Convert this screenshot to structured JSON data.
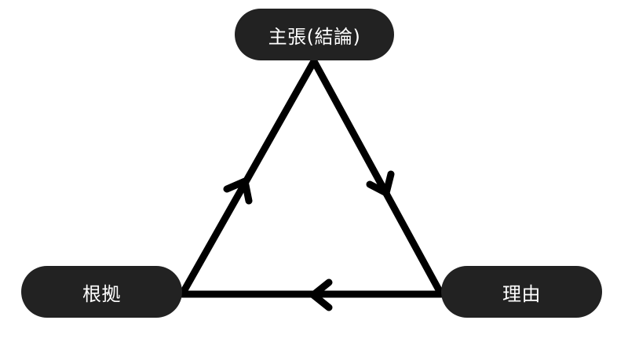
{
  "colors": {
    "background": "#ffffff",
    "node_fill": "#222222",
    "node_text": "#ffffff",
    "edge": "#000000"
  },
  "nodes": {
    "claim": {
      "label": "主張(結論)"
    },
    "evidence": {
      "label": "根拠"
    },
    "reason": {
      "label": "理由"
    }
  },
  "edges": [
    {
      "from": "claim",
      "to": "reason"
    },
    {
      "from": "reason",
      "to": "evidence"
    },
    {
      "from": "evidence",
      "to": "claim"
    }
  ]
}
